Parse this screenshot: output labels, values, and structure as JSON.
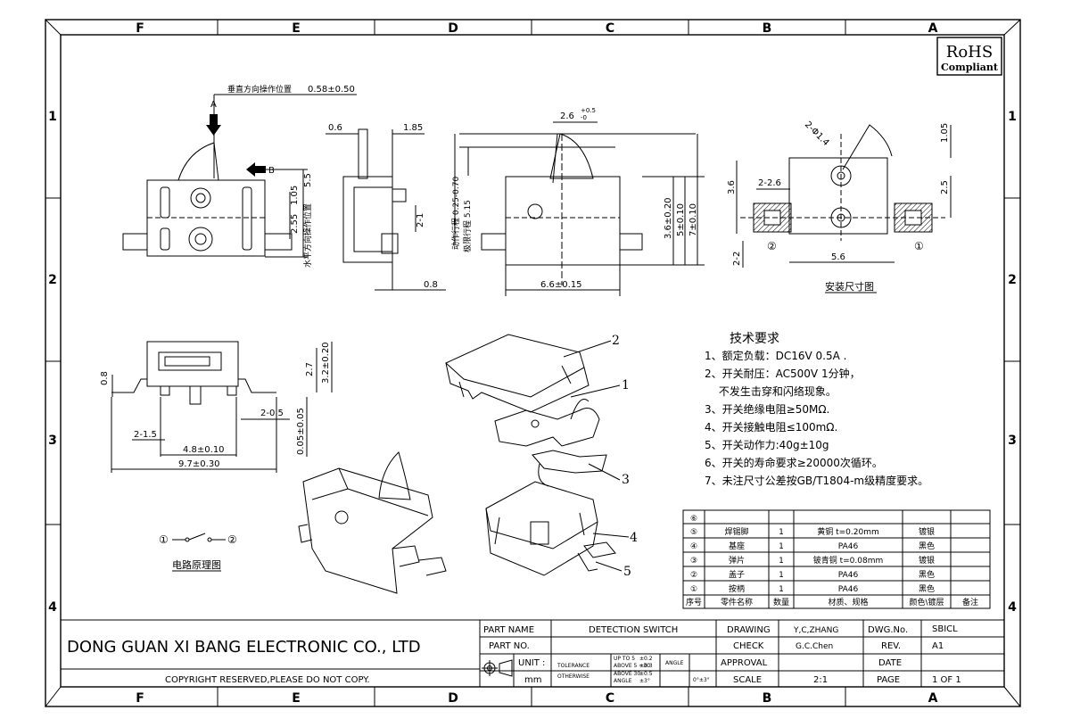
{
  "frame": {
    "cols": [
      "F",
      "E",
      "D",
      "C",
      "B",
      "A"
    ],
    "rows": [
      "1",
      "2",
      "3",
      "4"
    ]
  },
  "rohs": {
    "line1": "RoHS",
    "line2": "Compliant"
  },
  "top_view": {
    "note_vertical": "垂直方向操作位置",
    "dim_vertical": "0.58±0.50",
    "arrow_a": "A",
    "arrow_b": "B",
    "dim_5_5": "5.5",
    "dim_1_05": "1.05",
    "dim_2_55": "2.55",
    "note_horizontal": "水平方向操作位置"
  },
  "side_view": {
    "dim_0_6": "0.6",
    "dim_1_85": "1.85",
    "dim_2_1": "2-1",
    "dim_0_8": "0.8"
  },
  "front_view": {
    "dim_top": "2.6",
    "tol_top_up": "+0.5",
    "tol_top_dn": "-0",
    "note_stroke": "动作行程 0.25-0.70",
    "note_limit": "极限行程 5.15",
    "dim_3_6": "3.6±0.20",
    "dim_5": "5±0.10",
    "dim_7": "7±0.10",
    "dim_6_6": "6.6±0.15"
  },
  "mount_view": {
    "dim_dia": "2-Φ1.4",
    "dim_1_05": "1.05",
    "dim_2_2_6": "2-2.6",
    "dim_3_6": "3.6",
    "dim_2_5": "2.5",
    "dim_2_2": "2-2",
    "pin2": "②",
    "pin1": "①",
    "dim_5_6": "5.6",
    "caption": "安装尺寸图"
  },
  "bottom_view": {
    "dim_0_8": "0.8",
    "dim_2_7": "2.7",
    "dim_3_2": "3.2±0.20",
    "dim_2_0_5": "2-0.5",
    "dim_0_05": "0.05±0.05",
    "dim_2_1_5": "2-1.5",
    "dim_4_8": "4.8±0.10",
    "dim_9_7": "9.7±0.30"
  },
  "circuit": {
    "node1": "①",
    "node2": "②",
    "caption": "电路原理图"
  },
  "exploded": {
    "callouts": [
      "2",
      "1",
      "3",
      "4",
      "5"
    ]
  },
  "tech_req": {
    "title": "技术要求",
    "items": [
      "1、额定负载：DC16V 0.5A .",
      "2、开关耐压：AC500V 1分钟，",
      "　 不发生击穿和闪络现象。",
      "3、开关绝缘电阻≥50MΩ.",
      "4、开关接触电阻≤100mΩ.",
      "5、开关动作力:40g±10g",
      "6、开关的寿命要求≥20000次循环。",
      "7、未注尺寸公差按GB/T1804-m级精度要求。"
    ]
  },
  "bom": {
    "rows": [
      [
        "⑥",
        "",
        "",
        "",
        "",
        ""
      ],
      [
        "⑤",
        "焊锡脚",
        "1",
        "黄铜 t=0.20mm",
        "镀银",
        ""
      ],
      [
        "④",
        "基座",
        "1",
        "PA46",
        "黑色",
        ""
      ],
      [
        "③",
        "弹片",
        "1",
        "铍青铜 t=0.08mm",
        "镀银",
        ""
      ],
      [
        "②",
        "盖子",
        "1",
        "PA46",
        "黑色",
        ""
      ],
      [
        "①",
        "按柄",
        "1",
        "PA46",
        "黑色",
        ""
      ]
    ],
    "header": [
      "序号",
      "零件名称",
      "数量",
      "材质、规格",
      "颜色\\镀层",
      "备注"
    ]
  },
  "title_block": {
    "company": "DONG GUAN XI BANG ELECTRONIC CO., LTD",
    "copyright": "COPYRIGHT  RESERVED,PLEASE  DO  NOT  COPY.",
    "part_name_label": "PART  NAME",
    "part_name": "DETECTION  SWITCH",
    "part_no_label": "PART  NO.",
    "unit_label": "UNIT :",
    "unit": "mm",
    "tolerance_label": "TOLERANCE",
    "otherwise_label": "OTHERWISE",
    "tol_ranges": [
      "UP TO 5",
      "ABOVE 5 ~30",
      "ABOVE 30",
      "ANGLE"
    ],
    "tol_values": [
      "±0.2",
      "±0.3",
      "±0.5",
      "±3°"
    ],
    "angle_label": "ANGLE",
    "angle_value": "0°±3°",
    "drawing_label": "DRAWING",
    "drawing_by": "Y,C,ZHANG",
    "check_label": "CHECK",
    "check_by": "G.C.Chen",
    "approval_label": "APPROVAL",
    "scale_label": "SCALE",
    "scale": "2:1",
    "dwg_no_label": "DWG.No.",
    "dwg_no": "SBICL",
    "rev_label": "REV.",
    "rev": "A1",
    "date_label": "DATE",
    "page_label": "PAGE",
    "page": "1  OF  1"
  }
}
